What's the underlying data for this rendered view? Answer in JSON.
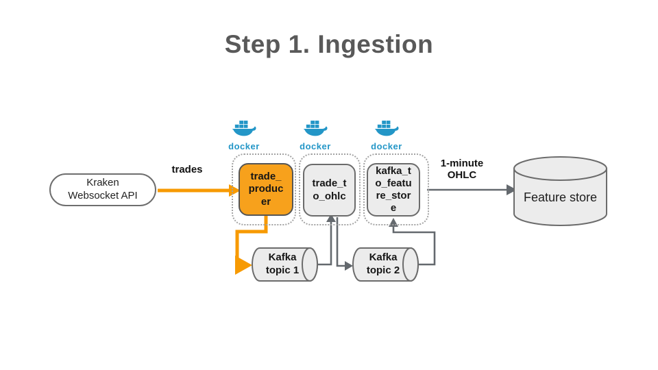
{
  "slide": {
    "title": "Step 1. Ingestion"
  },
  "nodes": {
    "kraken_api": {
      "label": "Kraken\nWebsocket API"
    },
    "trade_producer": {
      "label": "trade_\nproduc\ner"
    },
    "trade_to_ohlc": {
      "label": "trade_t\no_ohlc"
    },
    "kafka_to_feature_store": {
      "label": "kafka_t\no_featu\nre_stor\ne"
    },
    "kafka_topic_1": {
      "label": "Kafka\ntopic 1"
    },
    "kafka_topic_2": {
      "label": "Kafka\ntopic 2"
    },
    "feature_store": {
      "label": "Feature store"
    }
  },
  "edges": {
    "trades": {
      "label": "trades"
    },
    "one_minute_ohlc": {
      "label": "1-minute\nOHLC"
    }
  },
  "docker": {
    "wordmark": "docker"
  },
  "colors": {
    "accent_orange": "#F7A11C",
    "docker_blue": "#2396C7",
    "shape_gray_fill": "#ECECEC",
    "stroke_gray": "#64696E",
    "title_gray": "#595959"
  }
}
